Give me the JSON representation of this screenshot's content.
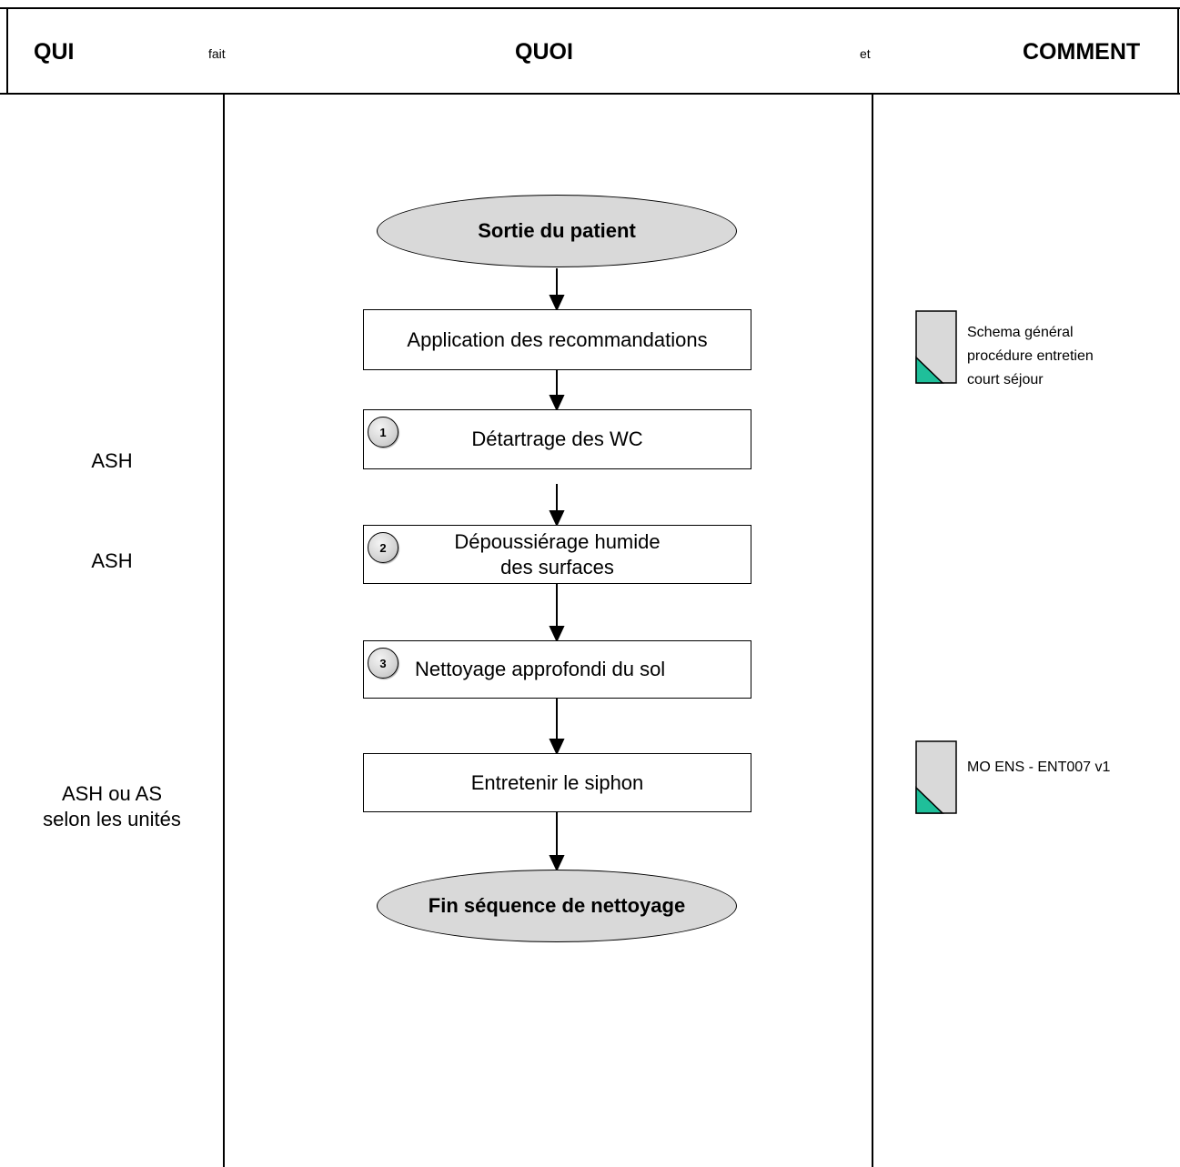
{
  "header": {
    "qui": "QUI",
    "fait": "fait",
    "quoi": "QUOI",
    "et": "et",
    "comment": "COMMENT"
  },
  "who": {
    "ash_1": "ASH",
    "ash_2": "ASH",
    "ash_ou_as": "ASH ou AS",
    "selon_unites": "selon les unités"
  },
  "flow": {
    "start": "Sortie du patient",
    "step_recommandations": "Application des recommandations",
    "step_1": {
      "number": "1",
      "label": "Détartrage des WC"
    },
    "step_2": {
      "number": "2",
      "label_line1": "Dépoussiérage humide",
      "label_line2": "des surfaces"
    },
    "step_3": {
      "number": "3",
      "label": "Nettoyage approfondi du sol"
    },
    "step_siphon": "Entretenir le siphon",
    "end": "Fin séquence de nettoyage"
  },
  "documents": {
    "doc_1": {
      "line1": "Schema général",
      "line2": "procédure entretien",
      "line3": "court séjour"
    },
    "doc_2": {
      "line1": "MO ENS - ENT007 v1"
    }
  },
  "colors": {
    "shape_fill": "#d9d9d9",
    "doc_fill": "#d9d9d9",
    "doc_corner": "#1fbf9a"
  }
}
